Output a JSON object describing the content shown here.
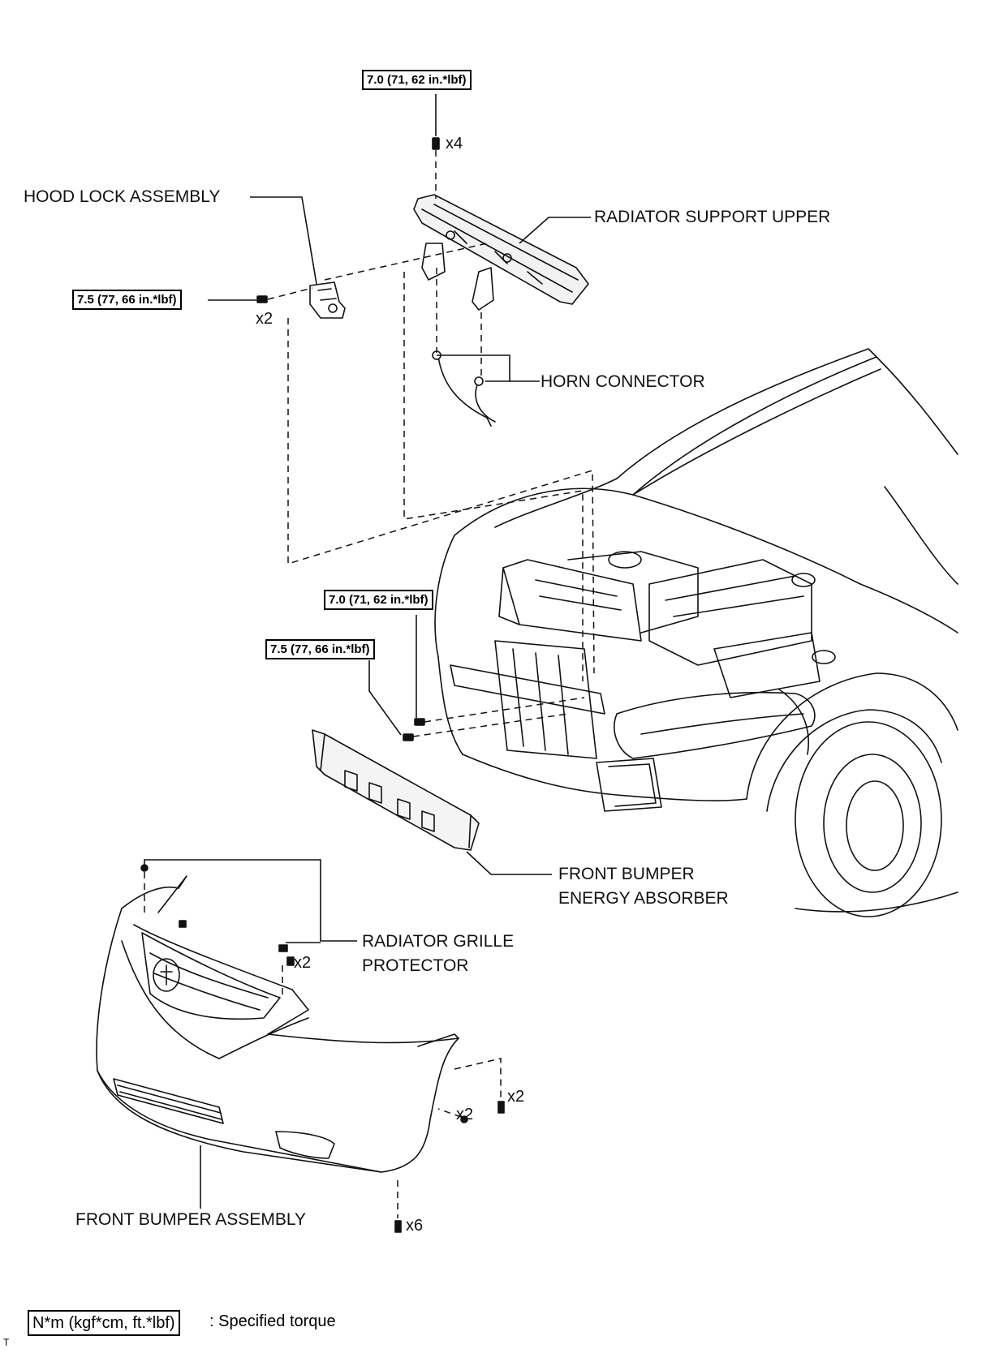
{
  "components": {
    "hood_lock": "HOOD LOCK ASSEMBLY",
    "radiator_support_upper": "RADIATOR SUPPORT UPPER",
    "horn_connector": "HORN CONNECTOR",
    "energy_absorber_line1": "FRONT BUMPER",
    "energy_absorber_line2": "ENERGY ABSORBER",
    "grille_protector_line1": "RADIATOR GRILLE",
    "grille_protector_line2": "PROTECTOR",
    "front_bumper": "FRONT BUMPER ASSEMBLY"
  },
  "torques": {
    "radiator_support_bolts": "7.0 (71, 62 in.*lbf)",
    "hood_lock_bolts": "7.5 (77, 66 in.*lbf)",
    "absorber_bolt_upper": "7.0 (71, 62 in.*lbf)",
    "absorber_bolt_lower": "7.5 (77, 66 in.*lbf)"
  },
  "quantities": {
    "radiator_support_bolts": "x4",
    "hood_lock_bolts": "x2",
    "grille_clips": "x2",
    "bumper_side_screws": "x2",
    "bumper_side_clips": "x2",
    "bumper_lower_screws": "x6"
  },
  "legend": {
    "unit_box": "N*m (kgf*cm, ft.*lbf)",
    "description": ": Specified torque"
  },
  "corner_mark": "T"
}
